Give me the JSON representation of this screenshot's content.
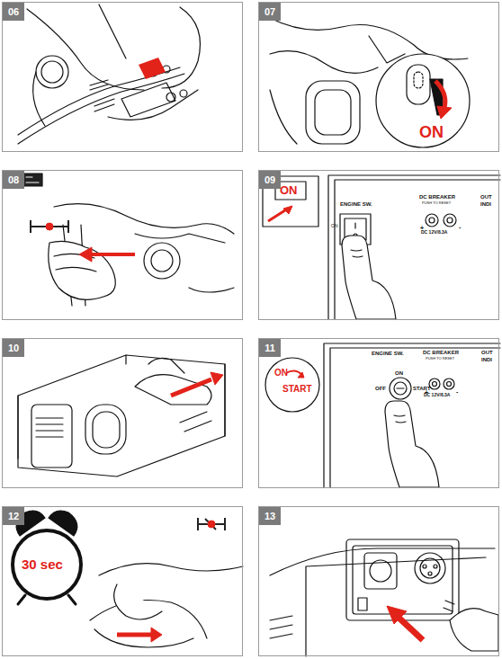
{
  "diagram": {
    "nodes": [
      {
        "text": [
          "06"
        ]
      },
      {
        "text": [
          "07"
        ]
      },
      {
        "text": [
          "08"
        ]
      },
      {
        "text": [
          "09"
        ]
      },
      {
        "text": [
          "10"
        ]
      },
      {
        "text": [
          "11"
        ]
      },
      {
        "text": [
          "12"
        ]
      },
      {
        "text": [
          "13"
        ]
      }
    ],
    "labels": [
      "ON",
      "ON",
      "ENGINE SW.",
      "ON",
      "DC BREAKER",
      "PUSH TO RESET",
      "+",
      "-",
      "DC 12V/8.3A",
      "OUT",
      "INDI",
      "ON",
      "START",
      "ENGINE SW.",
      "ON",
      "OFF",
      "START",
      "DC BREAKER",
      "PUSH TO RESET",
      "+",
      "-",
      "DC 12V/8.3A",
      "OUT",
      "INDI",
      "30 sec"
    ]
  }
}
